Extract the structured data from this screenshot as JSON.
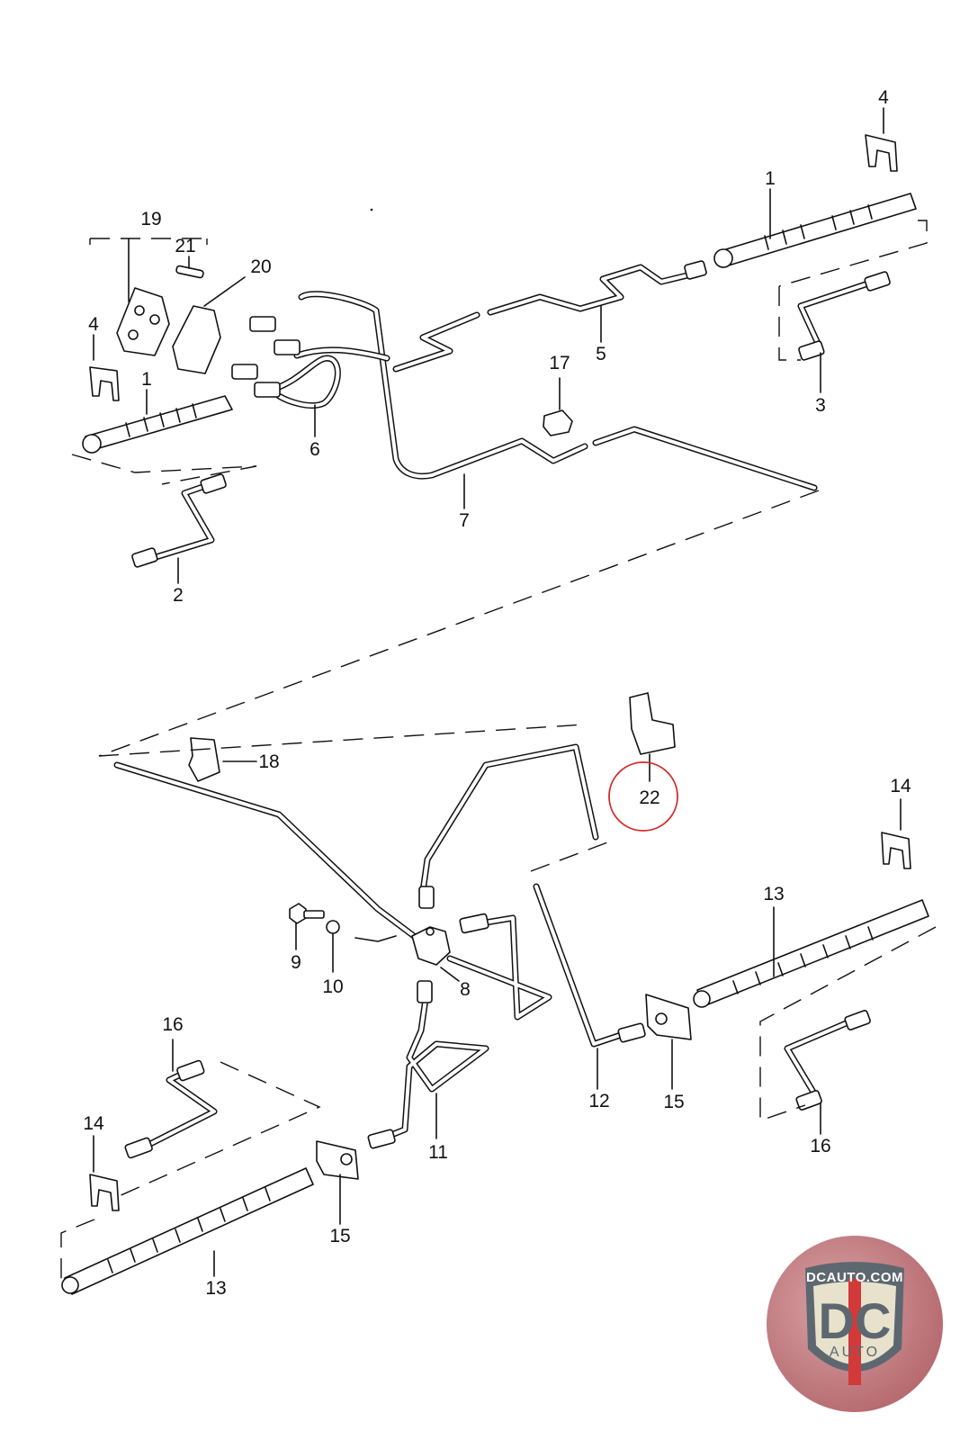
{
  "diagram": {
    "title": "Brake line assembly exploded parts diagram",
    "highlight_color": "#d22c2c",
    "highlighted_callout": "22",
    "callouts": [
      {
        "id": "c1a",
        "label": "1"
      },
      {
        "id": "c1b",
        "label": "1"
      },
      {
        "id": "c2",
        "label": "2"
      },
      {
        "id": "c3",
        "label": "3"
      },
      {
        "id": "c4a",
        "label": "4"
      },
      {
        "id": "c4b",
        "label": "4"
      },
      {
        "id": "c5",
        "label": "5"
      },
      {
        "id": "c6",
        "label": "6"
      },
      {
        "id": "c7",
        "label": "7"
      },
      {
        "id": "c8",
        "label": "8"
      },
      {
        "id": "c9",
        "label": "9"
      },
      {
        "id": "c10",
        "label": "10"
      },
      {
        "id": "c11",
        "label": "11"
      },
      {
        "id": "c12",
        "label": "12"
      },
      {
        "id": "c13a",
        "label": "13"
      },
      {
        "id": "c13b",
        "label": "13"
      },
      {
        "id": "c14a",
        "label": "14"
      },
      {
        "id": "c14b",
        "label": "14"
      },
      {
        "id": "c15a",
        "label": "15"
      },
      {
        "id": "c15b",
        "label": "15"
      },
      {
        "id": "c16a",
        "label": "16"
      },
      {
        "id": "c16b",
        "label": "16"
      },
      {
        "id": "c17",
        "label": "17"
      },
      {
        "id": "c18",
        "label": "18"
      },
      {
        "id": "c19",
        "label": "19"
      },
      {
        "id": "c20",
        "label": "20"
      },
      {
        "id": "c21",
        "label": "21"
      },
      {
        "id": "c22",
        "label": "22"
      }
    ]
  },
  "watermark": {
    "site": "DCAUTO.COM",
    "monogram": "DC",
    "subtitle": "AUTO",
    "colors": {
      "red": "#d23a3a",
      "slate": "#5d6770",
      "cream": "#e8e2cc",
      "badge_bg": "#b86e73"
    }
  }
}
